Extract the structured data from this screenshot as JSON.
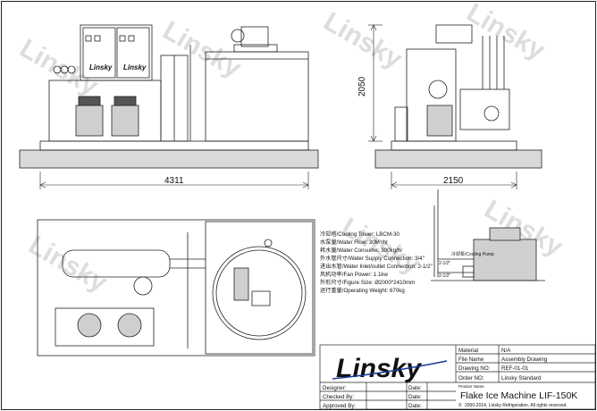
{
  "dimensions": {
    "front_length": "4311",
    "front_height": "2050",
    "side_width": "2150"
  },
  "panel_logos": [
    "Linsky",
    "Linsky"
  ],
  "watermark": "Linsky",
  "specs": [
    "冷却塔/Cooling Tower: LBCM-30",
    "水泵量/Water Flow: 30M³/hr",
    "耗水量/Water Consume: 300kg/hr",
    "外水管尺寸/Water Supply Connection: 3/4\"",
    "进出水管/Water Inlet/outlet Connection: 2-1/2\"",
    "风机功率/Fan Power: 1.1kw",
    "外形尺寸/Figure Size: Ø2000*2410mm",
    "运行重量/Operating Weight: 670kg"
  ],
  "tower_labels": {
    "pump": "冷却泵/Cooling Pump",
    "pipe_top": "2-1/2\"",
    "pipe_bottom": "2-1/2\""
  },
  "title_block": {
    "logo": "Linsky",
    "rows": [
      {
        "label": "Material",
        "value": "N/A"
      },
      {
        "label": "File Name",
        "value": "Assembly Drawing"
      },
      {
        "label": "Drawing NO:",
        "value": "REF-01-01"
      },
      {
        "label": "Order NO:",
        "value": "Linsky Standard"
      }
    ],
    "product_label": "Product Name",
    "product_name": "Flake Ice Machine LIF-150K",
    "copyright": "2000-2014, Linsky Refrigeration. All rights reserved.",
    "signoff": [
      {
        "role": "Designer:",
        "date": "Date:"
      },
      {
        "role": "Checked By:",
        "date": "Date:"
      },
      {
        "role": "Approved By:",
        "date": "Date:"
      }
    ]
  },
  "colors": {
    "line": "#222222",
    "concrete": "#d9d9d9",
    "logo_blue": "#1a3a9a",
    "watermark": "#dddddd"
  }
}
